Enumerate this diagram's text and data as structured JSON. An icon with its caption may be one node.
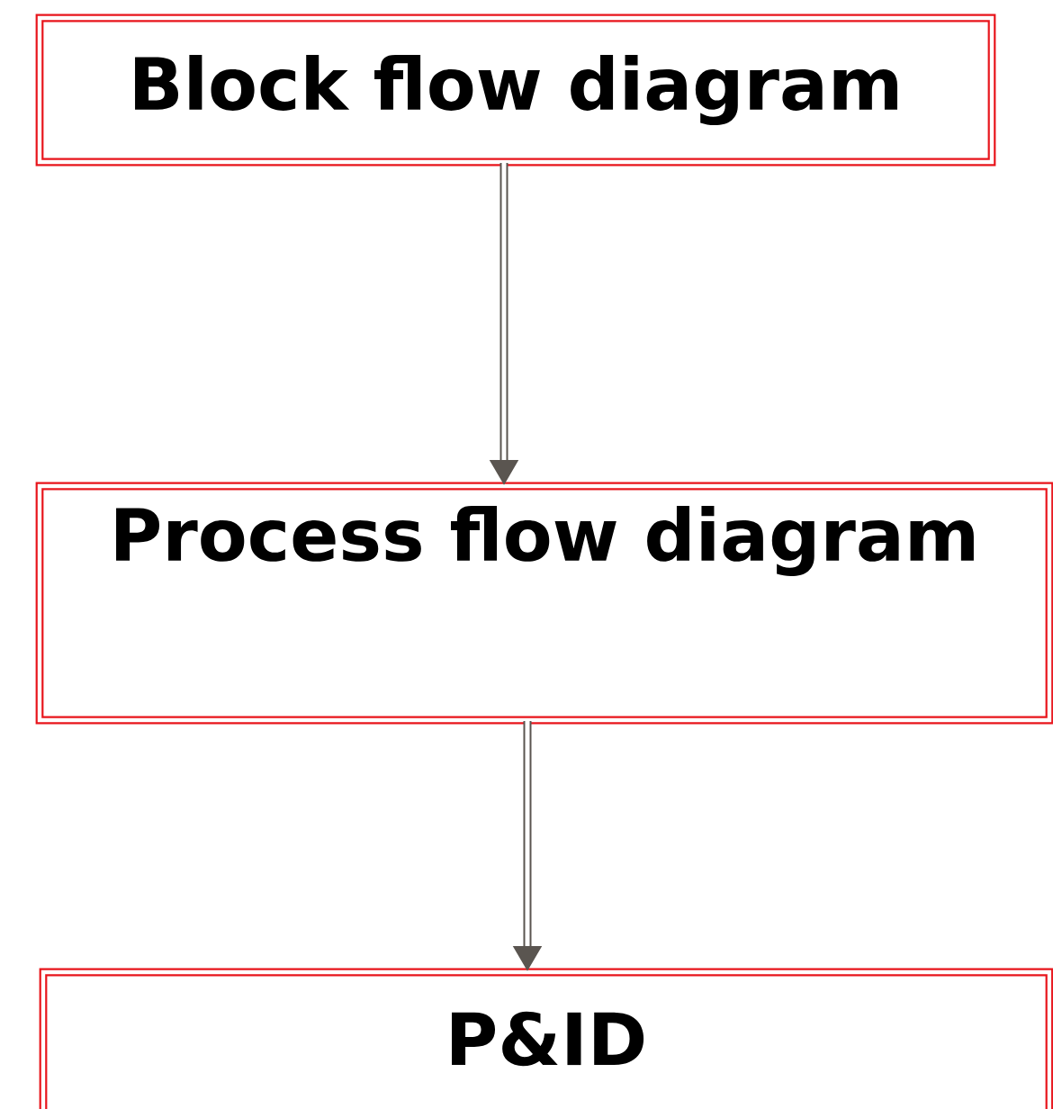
{
  "diagram": {
    "nodes": [
      {
        "text": [
          "Block flow diagram"
        ]
      },
      {
        "text": [
          "Process flow diagram"
        ]
      },
      {
        "text": [
          "P&ID"
        ]
      }
    ],
    "edges": [
      {
        "from": 0,
        "to": 1,
        "arrow": "to"
      },
      {
        "from": 1,
        "to": 2,
        "arrow": "to"
      }
    ]
  }
}
